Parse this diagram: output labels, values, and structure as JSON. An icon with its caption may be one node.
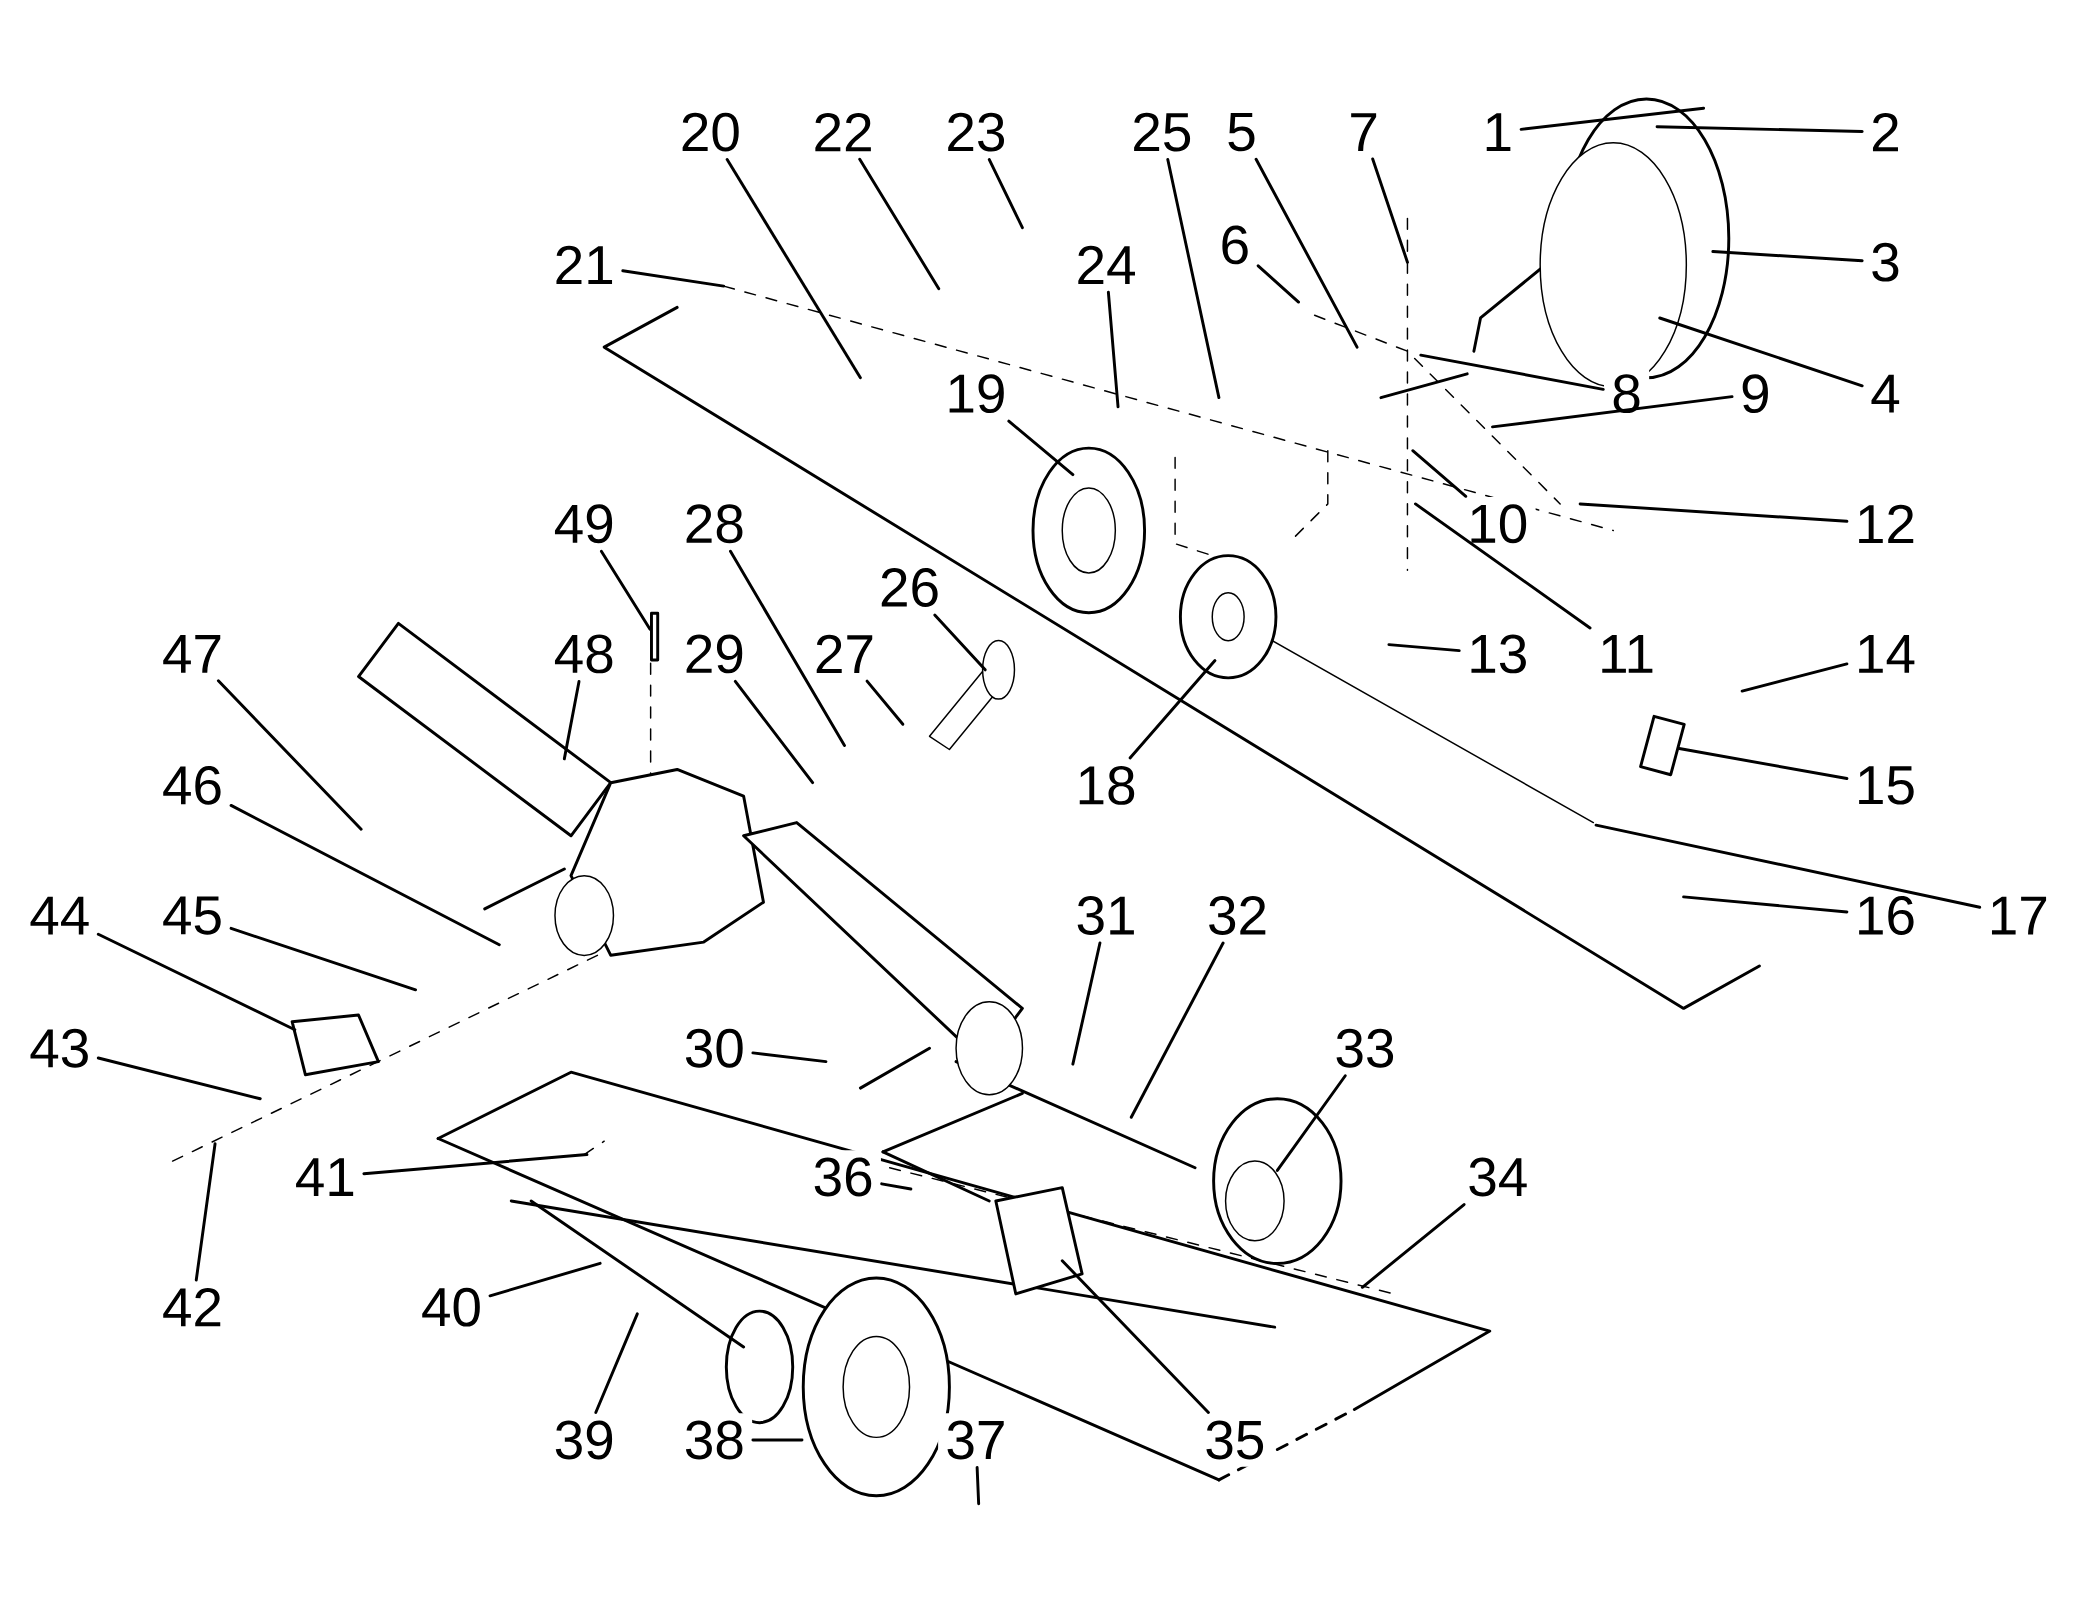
{
  "diagram": {
    "nodes": [
      {
        "text": [
          "1"
        ]
      },
      {
        "text": [
          "2"
        ]
      },
      {
        "text": [
          "3"
        ]
      },
      {
        "text": [
          "4"
        ]
      },
      {
        "text": [
          "5"
        ]
      },
      {
        "text": [
          "6"
        ]
      },
      {
        "text": [
          "7"
        ]
      },
      {
        "text": [
          "8"
        ]
      },
      {
        "text": [
          "9"
        ]
      },
      {
        "text": [
          "10"
        ]
      },
      {
        "text": [
          "11"
        ]
      },
      {
        "text": [
          "12"
        ]
      },
      {
        "text": [
          "13"
        ]
      },
      {
        "text": [
          "14"
        ]
      },
      {
        "text": [
          "15"
        ]
      },
      {
        "text": [
          "16"
        ]
      },
      {
        "text": [
          "17"
        ]
      },
      {
        "text": [
          "18"
        ]
      },
      {
        "text": [
          "19"
        ]
      },
      {
        "text": [
          "20"
        ]
      },
      {
        "text": [
          "21"
        ]
      },
      {
        "text": [
          "22"
        ]
      },
      {
        "text": [
          "23"
        ]
      },
      {
        "text": [
          "24"
        ]
      },
      {
        "text": [
          "25"
        ]
      },
      {
        "text": [
          "26"
        ]
      },
      {
        "text": [
          "27"
        ]
      },
      {
        "text": [
          "28"
        ]
      },
      {
        "text": [
          "29"
        ]
      },
      {
        "text": [
          "30"
        ]
      },
      {
        "text": [
          "31"
        ]
      },
      {
        "text": [
          "32"
        ]
      },
      {
        "text": [
          "33"
        ]
      },
      {
        "text": [
          "34"
        ]
      },
      {
        "text": [
          "35"
        ]
      },
      {
        "text": [
          "36"
        ]
      },
      {
        "text": [
          "37"
        ]
      },
      {
        "text": [
          "38"
        ]
      },
      {
        "text": [
          "39"
        ]
      },
      {
        "text": [
          "40"
        ]
      },
      {
        "text": [
          "41"
        ]
      },
      {
        "text": [
          "42"
        ]
      },
      {
        "text": [
          "43"
        ]
      },
      {
        "text": [
          "44"
        ]
      },
      {
        "text": [
          "45"
        ]
      },
      {
        "text": [
          "46"
        ]
      },
      {
        "text": [
          "47"
        ]
      },
      {
        "text": [
          "48"
        ]
      },
      {
        "text": [
          "49"
        ]
      },
      {
        "text": [],
        "shape": "bar"
      },
      {
        "text": [],
        "shape": "box"
      }
    ],
    "edges": [
      {
        "from": 0,
        "to": null,
        "arrow": "none"
      },
      {
        "from": 1,
        "to": null,
        "arrow": "none"
      },
      {
        "from": 2,
        "to": null,
        "arrow": "none"
      },
      {
        "from": 3,
        "to": null,
        "arrow": "none"
      },
      {
        "from": 4,
        "to": null,
        "arrow": "none"
      },
      {
        "from": 5,
        "to": null,
        "arrow": "none"
      },
      {
        "from": 6,
        "to": null,
        "arrow": "none"
      },
      {
        "from": 7,
        "to": null,
        "arrow": "none"
      },
      {
        "from": 8,
        "to": null,
        "arrow": "none"
      },
      {
        "from": 9,
        "to": null,
        "arrow": "none"
      },
      {
        "from": 10,
        "to": null,
        "arrow": "none"
      },
      {
        "from": 11,
        "to": null,
        "arrow": "none"
      },
      {
        "from": 12,
        "to": null,
        "arrow": "none"
      },
      {
        "from": 13,
        "to": null,
        "arrow": "none"
      },
      {
        "from": 14,
        "to": 50,
        "arrow": "none"
      },
      {
        "from": 15,
        "to": null,
        "arrow": "none"
      },
      {
        "from": 16,
        "to": null,
        "arrow": "none"
      },
      {
        "from": 17,
        "to": null,
        "arrow": "none"
      },
      {
        "from": 18,
        "to": null,
        "arrow": "none"
      },
      {
        "from": 19,
        "to": null,
        "arrow": "none"
      },
      {
        "from": 20,
        "to": null,
        "arrow": "none"
      },
      {
        "from": 21,
        "to": null,
        "arrow": "none"
      },
      {
        "from": 22,
        "to": null,
        "arrow": "none"
      },
      {
        "from": 23,
        "to": null,
        "arrow": "none"
      },
      {
        "from": 24,
        "to": null,
        "arrow": "none"
      },
      {
        "from": 25,
        "to": null,
        "arrow": "none"
      },
      {
        "from": 26,
        "to": null,
        "arrow": "none"
      },
      {
        "from": 27,
        "to": null,
        "arrow": "none"
      },
      {
        "from": 28,
        "to": null,
        "arrow": "none"
      },
      {
        "from": 29,
        "to": null,
        "arrow": "none"
      },
      {
        "from": 30,
        "to": null,
        "arrow": "none"
      },
      {
        "from": 31,
        "to": null,
        "arrow": "none"
      },
      {
        "from": 32,
        "to": null,
        "arrow": "none"
      },
      {
        "from": 33,
        "to": null,
        "arrow": "none"
      },
      {
        "from": 34,
        "to": null,
        "arrow": "none"
      },
      {
        "from": 35,
        "to": null,
        "arrow": "none"
      },
      {
        "from": 36,
        "to": null,
        "arrow": "none"
      },
      {
        "from": 37,
        "to": null,
        "arrow": "none"
      },
      {
        "from": 38,
        "to": null,
        "arrow": "none"
      },
      {
        "from": 39,
        "to": null,
        "arrow": "none"
      },
      {
        "from": 40,
        "to": null,
        "arrow": "none"
      },
      {
        "from": 41,
        "to": null,
        "arrow": "none"
      },
      {
        "from": 42,
        "to": null,
        "arrow": "none"
      },
      {
        "from": 43,
        "to": null,
        "arrow": "none"
      },
      {
        "from": 44,
        "to": null,
        "arrow": "none"
      },
      {
        "from": 45,
        "to": null,
        "arrow": "none"
      },
      {
        "from": 46,
        "to": null,
        "arrow": "none"
      },
      {
        "from": 47,
        "to": null,
        "arrow": "none"
      },
      {
        "from": 48,
        "to": 49,
        "arrow": "none"
      }
    ]
  }
}
